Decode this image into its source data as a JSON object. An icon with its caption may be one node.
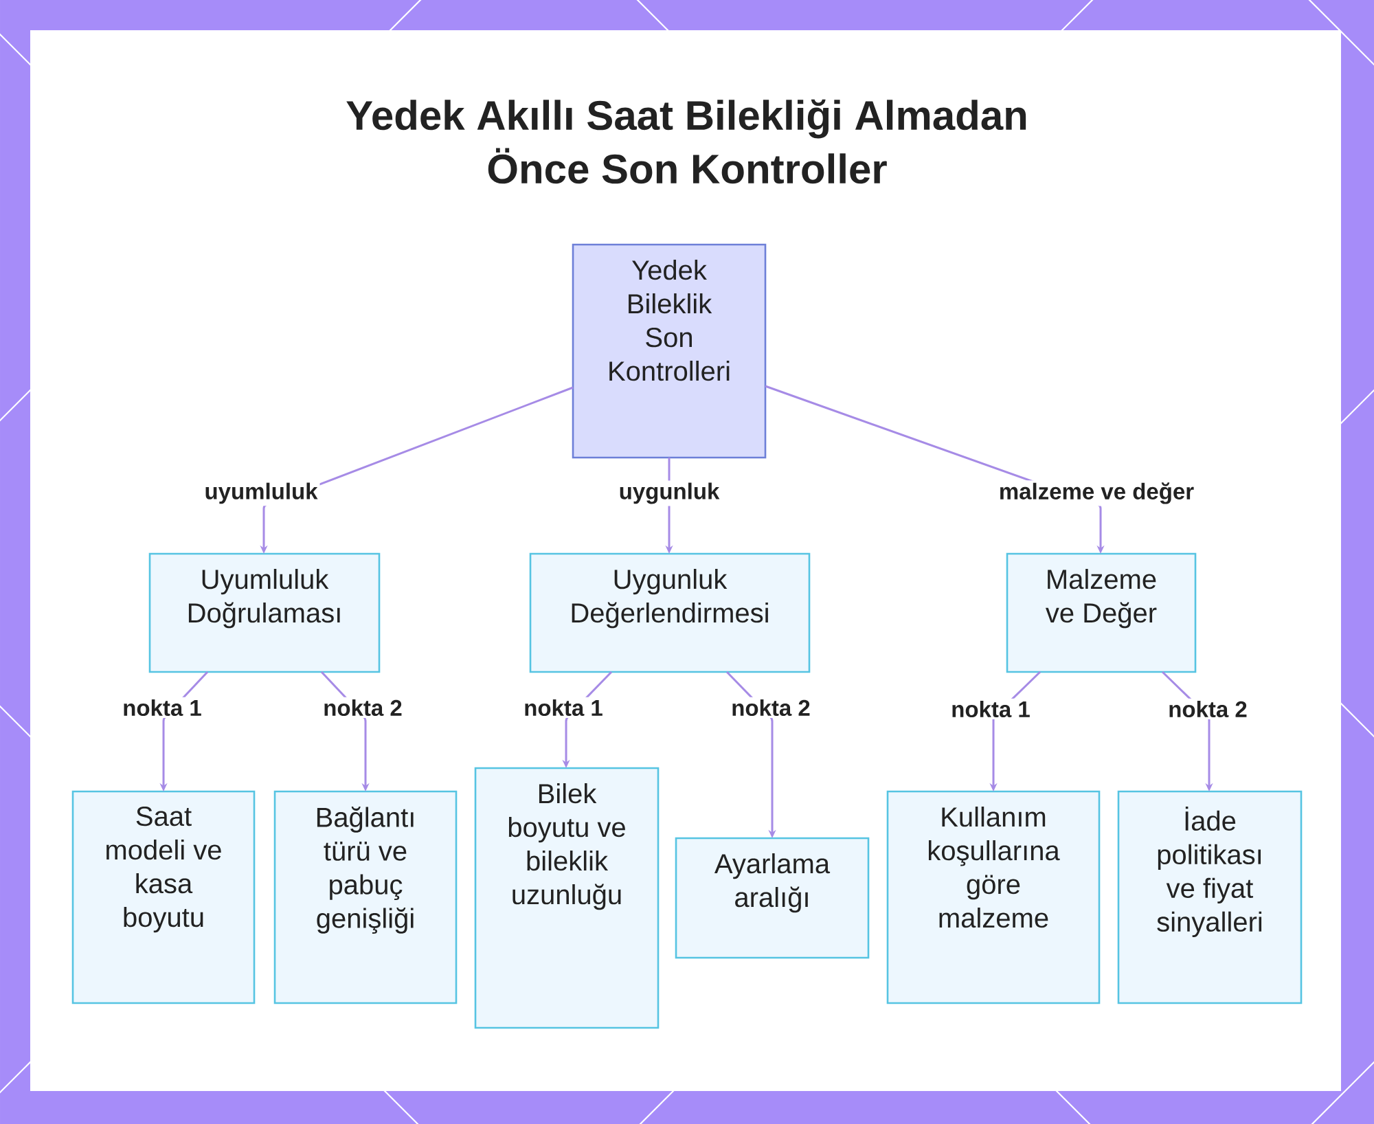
{
  "diagram": {
    "title": "Yedek Akıllı Saat Bilekliği Almadan Önce Son Kontroller",
    "nodes": [
      {
        "text": [
          "Yedek Bileklik Son Kontrolleri"
        ]
      },
      {
        "text": [
          "Uyumluluk Doğrulaması"
        ]
      },
      {
        "text": [
          "Uygunluk Değerlendirmesi"
        ]
      },
      {
        "text": [
          "Malzeme ve Değer"
        ]
      },
      {
        "text": [
          "Saat modeli ve kasa boyutu"
        ]
      },
      {
        "text": [
          "Bağlantı türü ve pabuç genişliği"
        ]
      },
      {
        "text": [
          "Bilek boyutu ve bileklik uzunluğu"
        ]
      },
      {
        "text": [
          "Ayarlama aralığı"
        ]
      },
      {
        "text": [
          "Kullanım koşullarına göre malzeme"
        ]
      },
      {
        "text": [
          "İade politikası ve fiyat sinyalleri"
        ]
      }
    ],
    "edges": [
      {
        "from": 0,
        "to": 1,
        "arrow": "to",
        "label": "uyumluluk"
      },
      {
        "from": 0,
        "to": 2,
        "arrow": "to",
        "label": "uygunluk"
      },
      {
        "from": 0,
        "to": 3,
        "arrow": "to",
        "label": "malzeme ve değer"
      },
      {
        "from": 1,
        "to": 4,
        "arrow": "to",
        "label": "nokta 1"
      },
      {
        "from": 1,
        "to": 5,
        "arrow": "to",
        "label": "nokta 2"
      },
      {
        "from": 2,
        "to": 6,
        "arrow": "to",
        "label": "nokta 1"
      },
      {
        "from": 2,
        "to": 7,
        "arrow": "to",
        "label": "nokta 2"
      },
      {
        "from": 3,
        "to": 8,
        "arrow": "to",
        "label": "nokta 1"
      },
      {
        "from": 3,
        "to": 9,
        "arrow": "to",
        "label": "nokta 2"
      }
    ]
  }
}
